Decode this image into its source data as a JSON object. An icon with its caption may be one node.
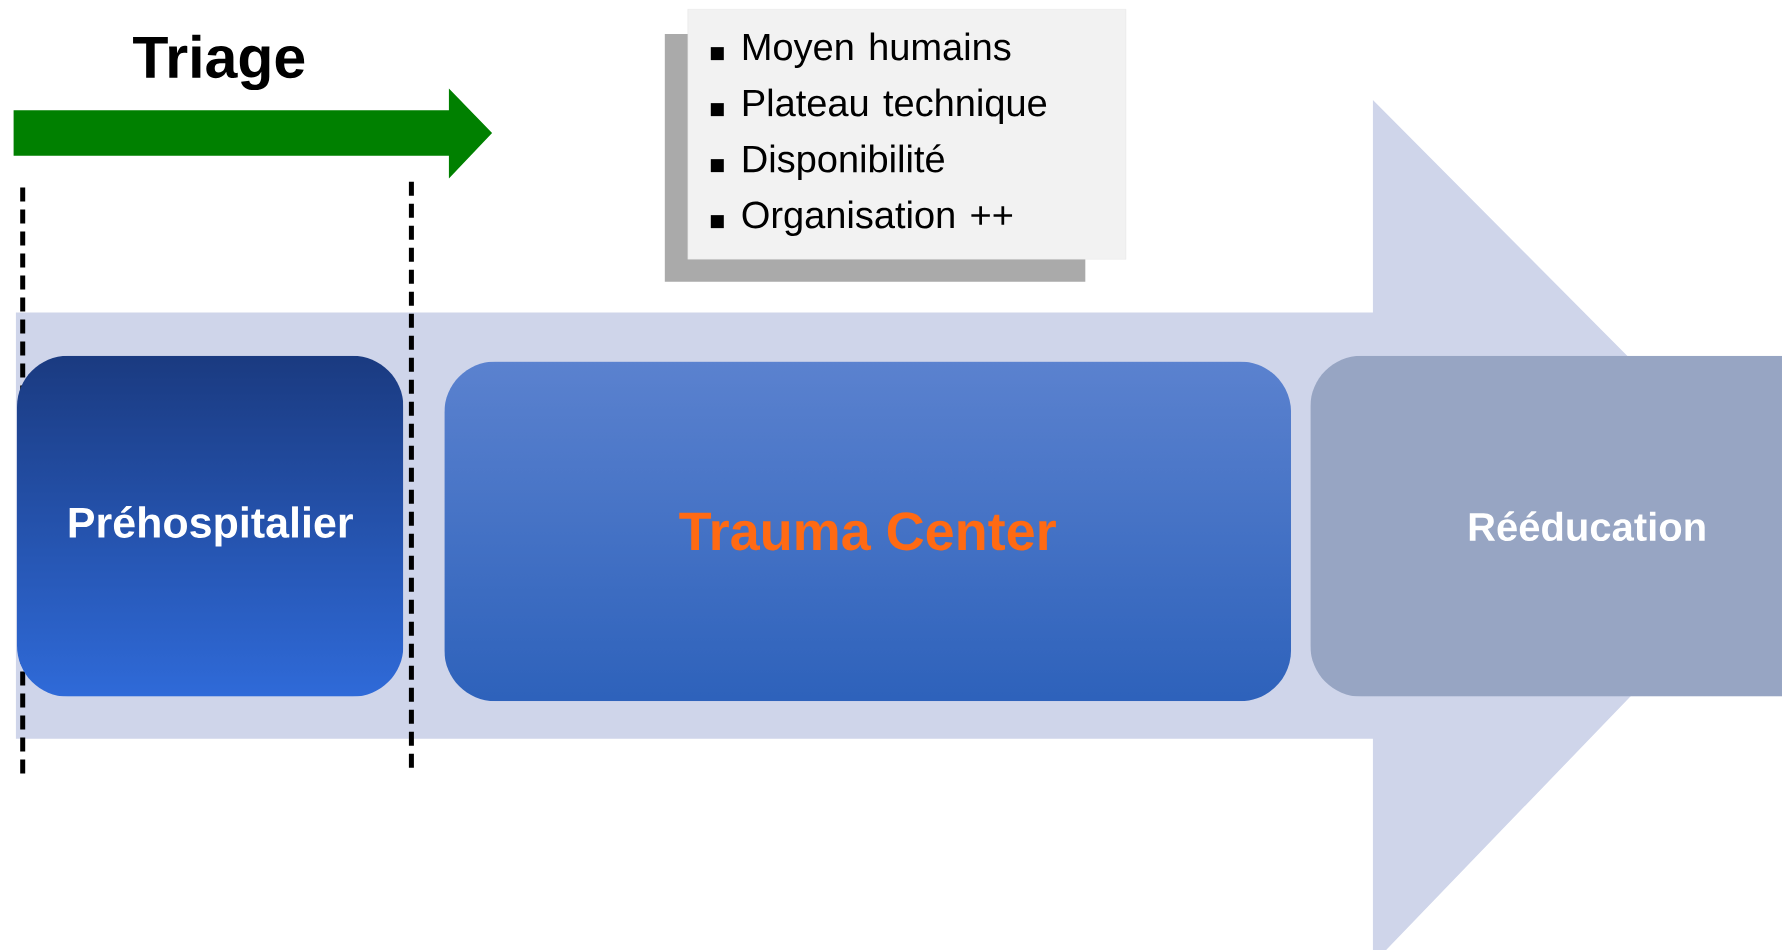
{
  "diagram": {
    "nodes": [
      {
        "text": [
          "Préhospitalier"
        ]
      },
      {
        "text": [
          "Trauma Center"
        ]
      },
      {
        "text": [
          "Rééducation"
        ]
      },
      {
        "text": [
          "Moyen humains",
          "Plateau technique",
          "Disponibilité",
          "Organisation ++"
        ]
      }
    ],
    "labels": [
      "Triage"
    ]
  }
}
